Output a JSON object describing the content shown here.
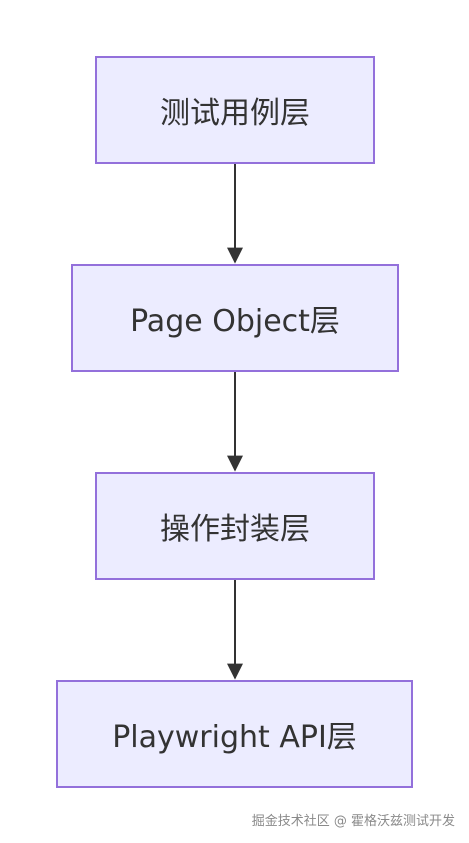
{
  "diagram": {
    "nodes": [
      {
        "id": "n1",
        "label": "测试用例层"
      },
      {
        "id": "n2",
        "label": "Page Object层"
      },
      {
        "id": "n3",
        "label": "操作封装层"
      },
      {
        "id": "n4",
        "label": "Playwright API层"
      }
    ],
    "edges": [
      {
        "from": "n1",
        "to": "n2"
      },
      {
        "from": "n2",
        "to": "n3"
      },
      {
        "from": "n3",
        "to": "n4"
      }
    ],
    "colors": {
      "node_fill": "#ececff",
      "node_border": "#9370db",
      "text": "#333333",
      "edge": "#333333"
    }
  },
  "watermark": "掘金技术社区 @ 霍格沃兹测试开发"
}
